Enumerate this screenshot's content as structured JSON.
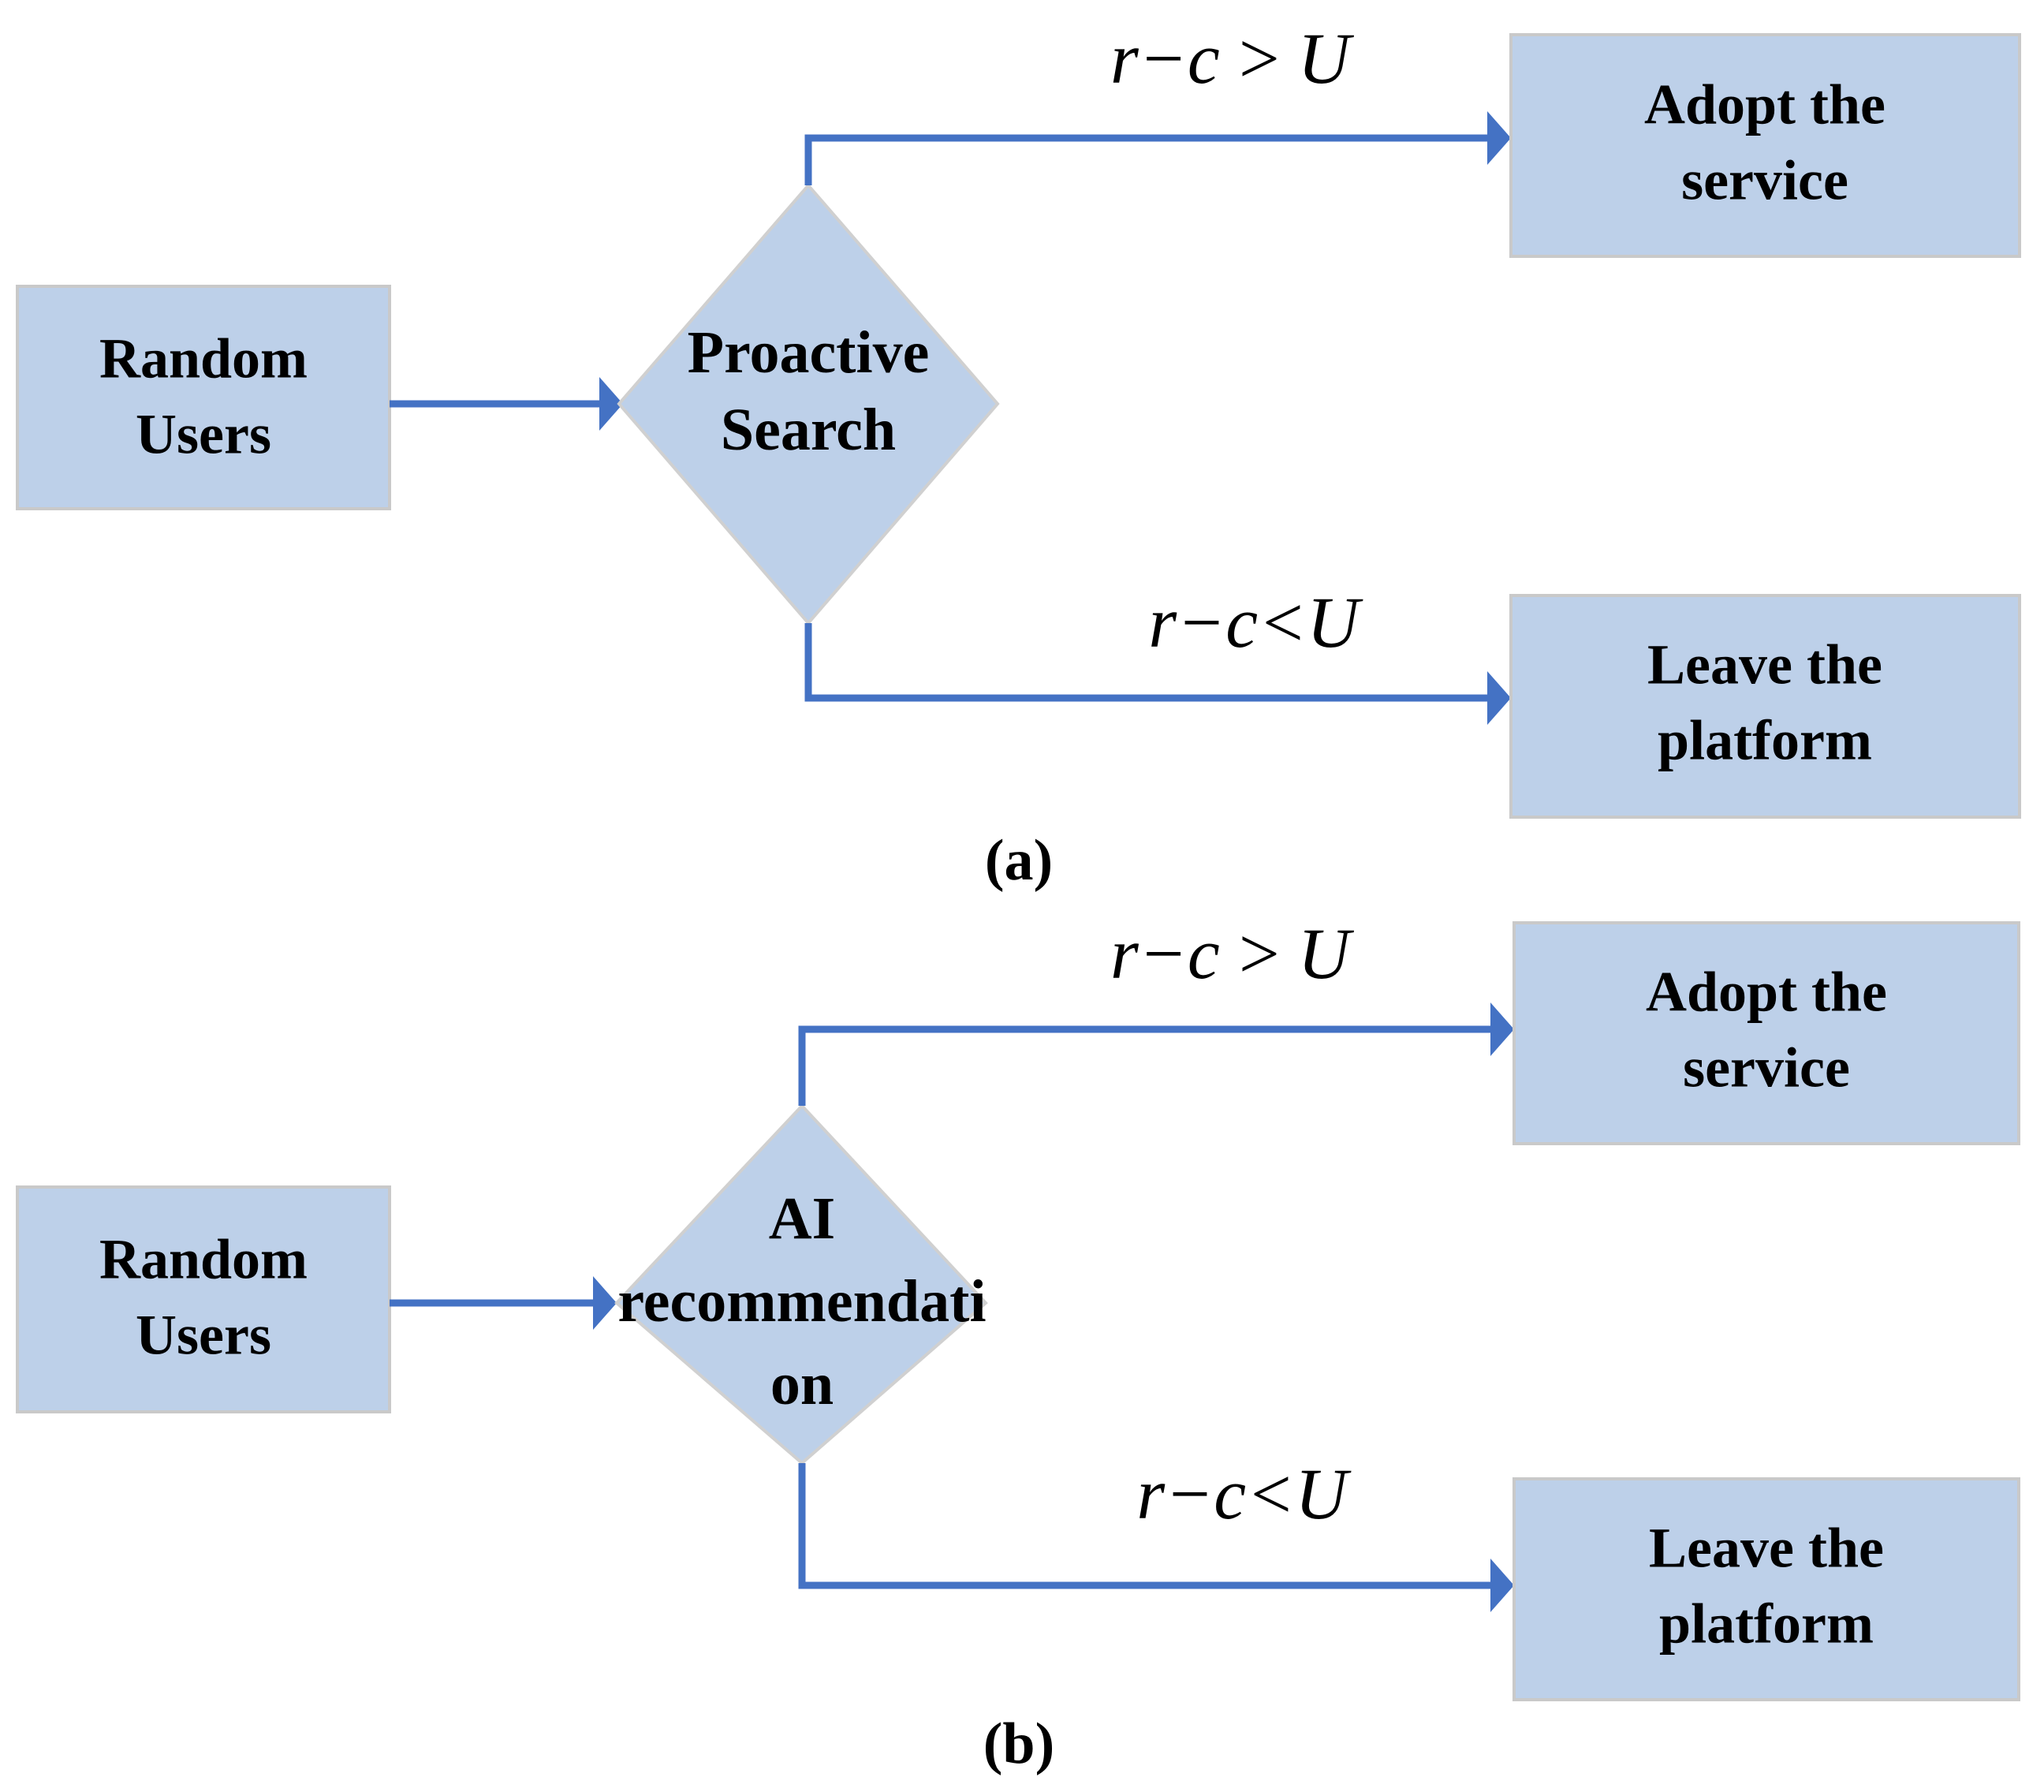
{
  "figure": {
    "type": "flowchart",
    "background_color": "#FFFFFF",
    "node_fill_color": "#BDD0E9",
    "node_border_color": "#C9C9C9",
    "connector_color": "#4472C4",
    "text_color": "#000000"
  },
  "panels": [
    {
      "id": "a",
      "caption": "(a)",
      "source_node": {
        "label_line1": "Random",
        "label_line2": "Users",
        "shape": "rectangle"
      },
      "decision_node": {
        "label_line1": "Proactive",
        "label_line2": "Search",
        "label_line3": "",
        "shape": "diamond"
      },
      "branches": [
        {
          "condition": "r−c > U",
          "target_line1": "Adopt the",
          "target_line2": "service",
          "direction": "up"
        },
        {
          "condition": "r−c<U",
          "target_line1": "Leave the",
          "target_line2": "platform",
          "direction": "down"
        }
      ],
      "entry_connector_label": ""
    },
    {
      "id": "b",
      "caption": "(b)",
      "source_node": {
        "label_line1": "Random",
        "label_line2": "Users",
        "shape": "rectangle"
      },
      "decision_node": {
        "label_line1": "AI",
        "label_line2": "recommendati",
        "label_line3": "on",
        "shape": "diamond"
      },
      "branches": [
        {
          "condition": "r−c > U",
          "target_line1": "Adopt the",
          "target_line2": "service",
          "direction": "up"
        },
        {
          "condition": "r−c<U",
          "target_line1": "Leave the",
          "target_line2": "platform",
          "direction": "down"
        }
      ],
      "entry_connector_label": ""
    }
  ]
}
